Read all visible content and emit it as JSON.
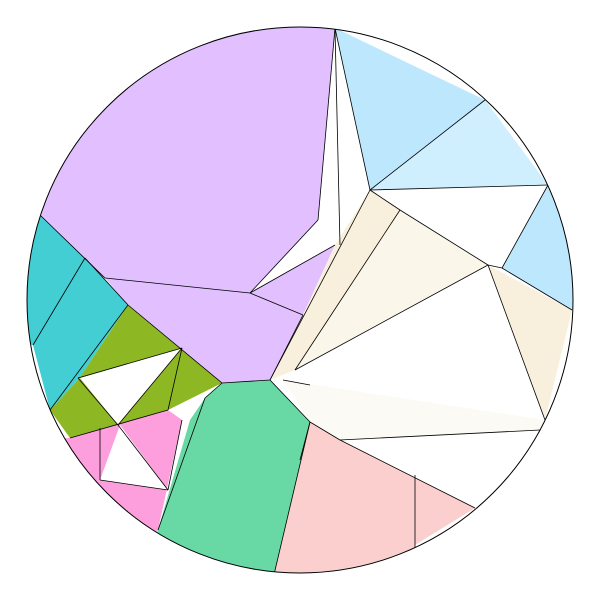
{
  "colors": {
    "background": "#ffffff",
    "stroke": "#000000",
    "lavender": "#e2bfff",
    "sky": "#bde7fd",
    "sky_light": "#cfeefe",
    "cream": "#f8f0dc",
    "cream_light": "#faf6ea",
    "cream_pale": "#fcfaf4",
    "teal": "#42ced3",
    "olive": "#8db824",
    "pink": "#fd9fdd",
    "mint": "#68d8a5",
    "salmon": "#fbcfcd",
    "white": "#ffffff"
  },
  "regions": [
    {
      "name": "lavender-region",
      "color": "lavender"
    },
    {
      "name": "lavender-lower-region",
      "color": "lavender"
    },
    {
      "name": "lavender-sliver-region",
      "color": "lavender"
    },
    {
      "name": "white-wedge-region",
      "color": "white"
    },
    {
      "name": "sky-top-region",
      "color": "sky"
    },
    {
      "name": "sky-light-region",
      "color": "sky_light"
    },
    {
      "name": "sky-right-region",
      "color": "sky"
    },
    {
      "name": "white-right-region",
      "color": "white"
    },
    {
      "name": "cream-left-region",
      "color": "cream"
    },
    {
      "name": "cream-middle-region",
      "color": "cream_light"
    },
    {
      "name": "cream-right-region",
      "color": "cream"
    },
    {
      "name": "white-center-region",
      "color": "white"
    },
    {
      "name": "cream-bottom-region",
      "color": "cream_pale"
    },
    {
      "name": "white-lower-right-region",
      "color": "white"
    },
    {
      "name": "teal-upper-region",
      "color": "teal"
    },
    {
      "name": "teal-lower-region",
      "color": "teal"
    },
    {
      "name": "olive-region",
      "color": "olive"
    },
    {
      "name": "white-triangle-region",
      "color": "white"
    },
    {
      "name": "pink-region",
      "color": "pink"
    },
    {
      "name": "white-small-triangle-region",
      "color": "white"
    },
    {
      "name": "mint-region",
      "color": "mint"
    },
    {
      "name": "salmon-region",
      "color": "salmon"
    }
  ]
}
